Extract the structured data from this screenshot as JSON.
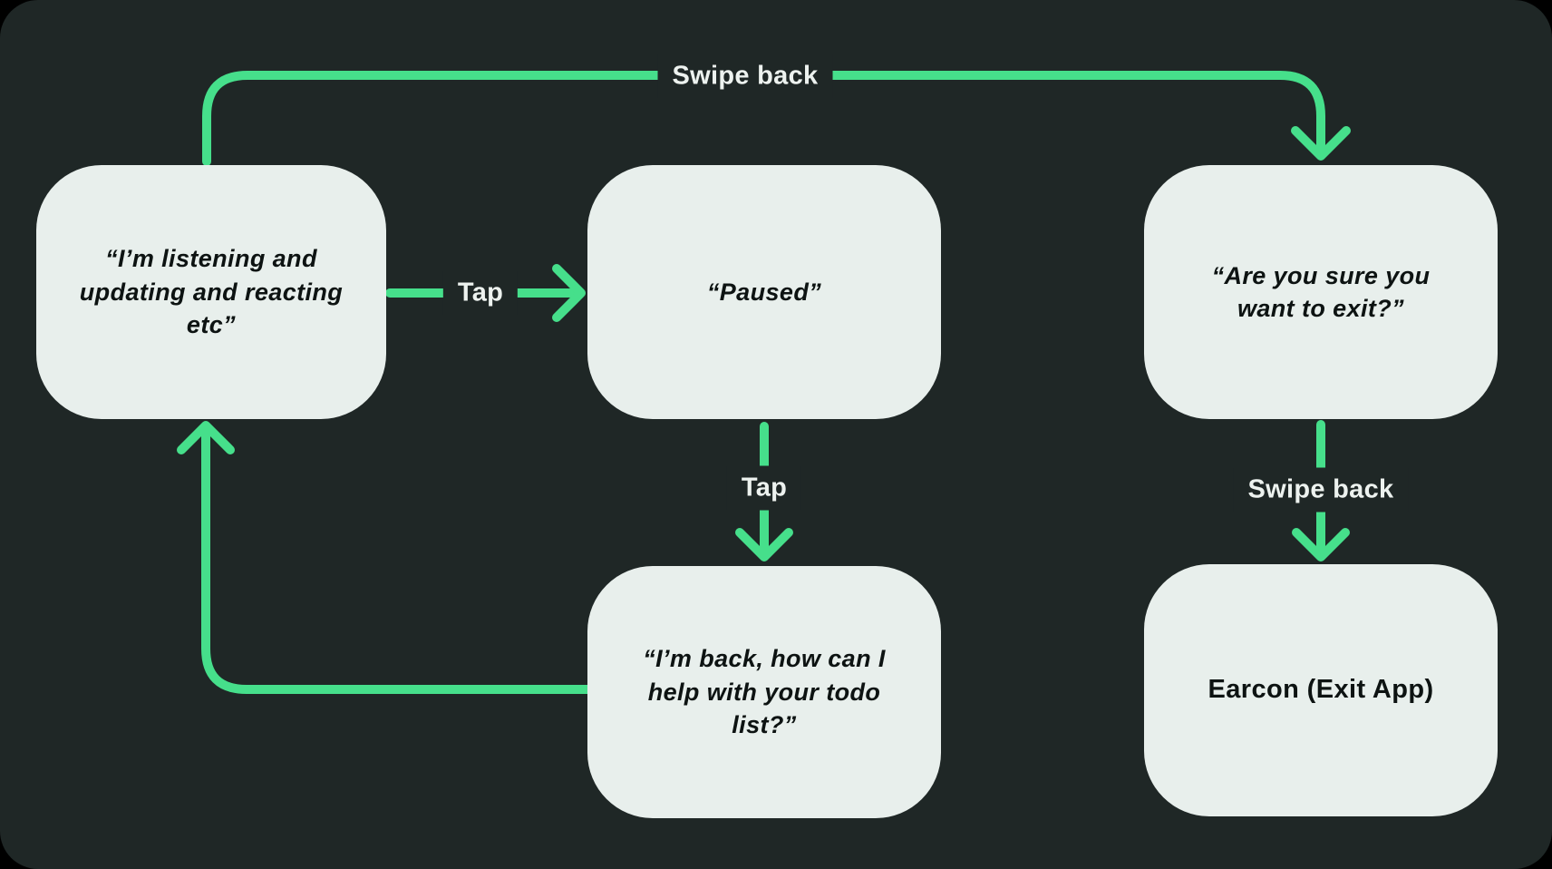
{
  "colors": {
    "page_bg": "#000000",
    "panel_bg": "#1f2726",
    "node_bg": "#e8efec",
    "node_text": "#0d1312",
    "arrow": "#46df8b",
    "label_text": "#edf2ef"
  },
  "diagram": {
    "type": "flowchart",
    "nodes": [
      {
        "id": "listening",
        "text": "“I’m listening and\nupdating and reacting\netc”",
        "style": "bold-italic"
      },
      {
        "id": "paused",
        "text": "“Paused”",
        "style": "bold-italic"
      },
      {
        "id": "exit-confirm",
        "text": "“Are you sure you\nwant to exit?”",
        "style": "bold-italic"
      },
      {
        "id": "back",
        "text": "“I’m back, how can I\nhelp with your todo\nlist?”",
        "style": "bold-italic"
      },
      {
        "id": "earcon",
        "text": "Earcon (Exit App)",
        "style": "bold"
      }
    ],
    "edges": [
      {
        "label": "Swipe back",
        "from": "listening",
        "to": "exit-confirm",
        "direction": "up-right-down"
      },
      {
        "label": "Tap",
        "from": "listening",
        "to": "paused",
        "direction": "right"
      },
      {
        "label": "Tap",
        "from": "paused",
        "to": "back",
        "direction": "down"
      },
      {
        "label": "",
        "from": "back",
        "to": "listening",
        "direction": "left-up"
      },
      {
        "label": "Swipe back",
        "from": "exit-confirm",
        "to": "earcon",
        "direction": "down"
      }
    ]
  }
}
